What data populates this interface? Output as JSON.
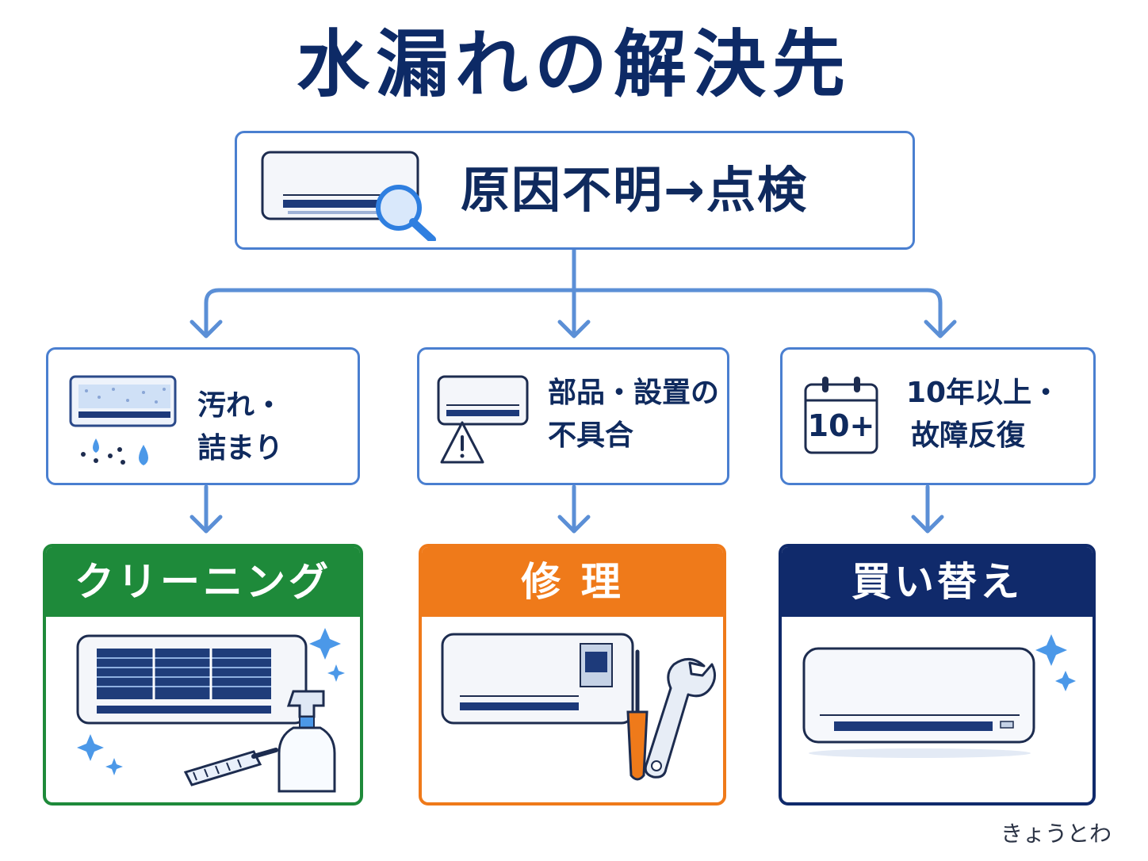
{
  "title": "水漏れの解決先",
  "root": {
    "label": "原因不明→点検",
    "icon": "ac-unit-magnifier-icon"
  },
  "causes": [
    {
      "line1": "汚れ・",
      "line2": "詰まり",
      "icon": "dirty-ac-drip-icon"
    },
    {
      "line1": "部品・設置の",
      "line2": "不具合",
      "icon": "ac-warning-icon"
    },
    {
      "line1": "10年以上・",
      "line2": "故障反復",
      "icon": "calendar-icon",
      "icon_text": "10+"
    }
  ],
  "solutions": [
    {
      "label": "クリーニング",
      "color": "#1e8a3a",
      "icon": "cleaning-ac-spray-brush-icon"
    },
    {
      "label": "修 理",
      "color": "#ef7a1a",
      "icon": "repair-ac-tools-icon"
    },
    {
      "label": "買い替え",
      "color": "#102a6b",
      "icon": "new-ac-sparkle-icon"
    }
  ],
  "colors": {
    "connector": "#5b8fd6",
    "box_border": "#4a7fd0",
    "title": "#0d2a66"
  },
  "credit": "きょうとわ"
}
